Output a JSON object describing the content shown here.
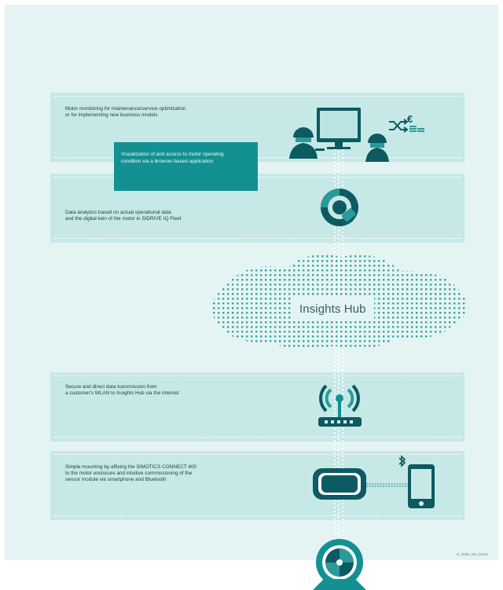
{
  "panels": [
    {
      "lines": [
        "Motor monitoring for maintenance/service optimization",
        "or for implementing new business models"
      ]
    },
    {
      "lines": [
        "Data analytics based on actual operational data",
        "and the digital twin of the motor in SIDRIVE IQ Fleet"
      ]
    },
    {
      "lines": [
        "Secure and direct data transmission from",
        "a customer's WLAN to Insights Hub via the Internet"
      ]
    },
    {
      "lines": [
        "Simple mounting by affixing the SIMOTICS CONNECT 400",
        "to the motor enclosure and intuitive commissioning of the",
        "sensor module via smartphone and Bluetooth"
      ]
    }
  ],
  "callout": {
    "lines": [
      "Visualization of and access to motor operating",
      "condition via a browser-based application"
    ]
  },
  "cloud": {
    "label": "Insights Hub"
  },
  "figure_code": "G_D081_EN_01119",
  "icons": [
    "technician-left-icon",
    "monitor-icon",
    "technician-right-icon",
    "shuffle-icon",
    "euro-icon",
    "coins-icon",
    "analytics-icon",
    "cloud-icon",
    "wifi-router-icon",
    "sensor-module-icon",
    "bluetooth-icon",
    "smartphone-icon",
    "motor-icon"
  ],
  "colors": {
    "background": "#e3f4f3",
    "panel": "#c6e8e6",
    "accent": "#139192",
    "dark": "#0c5a62",
    "text": "#1c3d45"
  }
}
